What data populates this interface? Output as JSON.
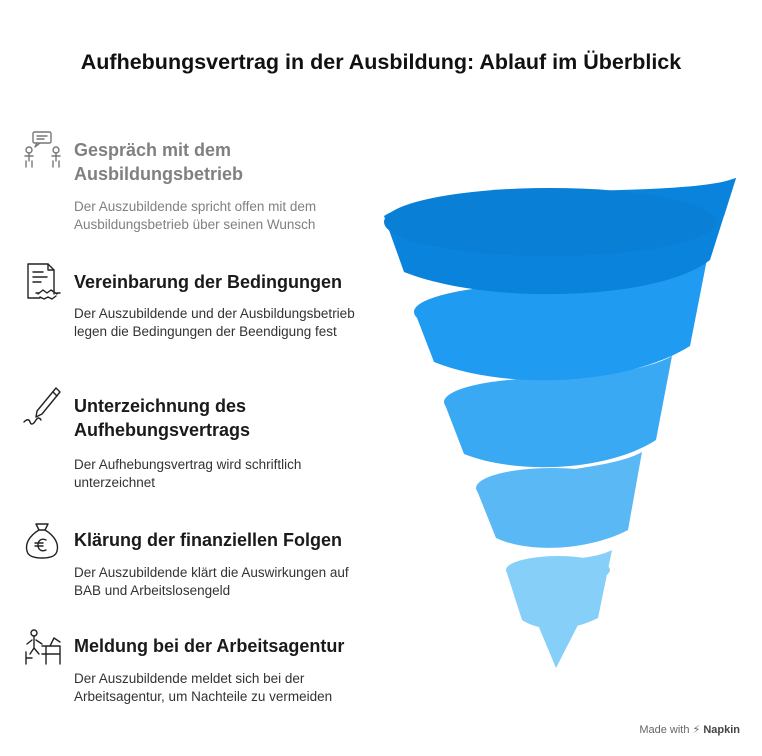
{
  "title": "Aufhebungsvertrag in der Ausbildung: Ablauf im Überblick",
  "steps": [
    {
      "icon": "conversation-icon",
      "heading": "Gespräch mit dem Ausbildungsbetrieb",
      "description": "Der Auszubildende spricht offen mit dem Ausbildungsbetrieb über seinen Wunsch"
    },
    {
      "icon": "contract-handshake-icon",
      "heading": "Vereinbarung der Bedingungen",
      "description": "Der Auszubildende und der Ausbildungsbetrieb legen die Bedingungen der Beendigung fest"
    },
    {
      "icon": "pen-signature-icon",
      "heading": "Unterzeichnung des Aufhebungsvertrags",
      "description": "Der Aufhebungsvertrag wird schriftlich unterzeichnet"
    },
    {
      "icon": "money-bag-euro-icon",
      "heading": "Klärung der finanziellen Folgen",
      "description": "Der Auszubildende klärt die Auswirkungen auf BAB und Arbeitslosengeld"
    },
    {
      "icon": "person-at-desk-icon",
      "heading": "Meldung bei der Arbeitsagentur",
      "description": "Der Auszubildende meldet sich bei der Arbeitsagentur, um Nachteile zu vermeiden"
    }
  ],
  "funnel_colors": [
    "#0a83dc",
    "#1f9bf2",
    "#3aa9f4",
    "#5ab8f5",
    "#86cff8"
  ],
  "watermark": {
    "prefix": "Made with",
    "brand": "Napkin"
  }
}
